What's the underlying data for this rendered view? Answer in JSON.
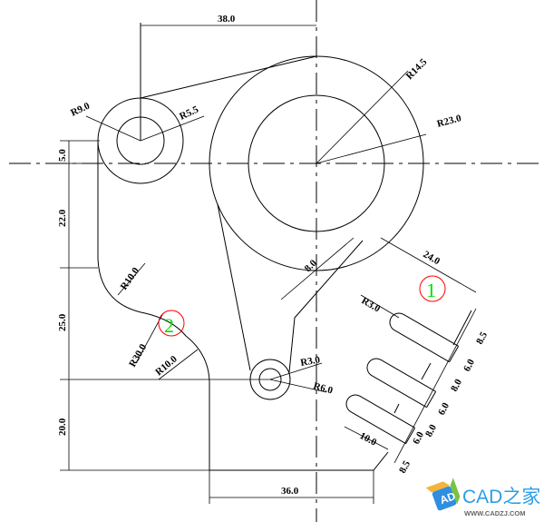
{
  "drawing": {
    "dims": {
      "top_width": "38.0",
      "r_main_inner": "R14.5",
      "r_boss_outer": "R9.0",
      "r_boss_inner": "R5.5",
      "r_main_outer": "R23.0",
      "v_5": "5.0",
      "v_22": "22.0",
      "v_25": "25.0",
      "v_20": "20.0",
      "r_left_10": "R10.0",
      "r_30": "R30.0",
      "r_bottom_10": "R10.0",
      "arm_width": "8.0",
      "slot_len": "24.0",
      "slot_radius": "R3.0",
      "slot_top_offset": "8.5",
      "slot_gaps": [
        "6.0",
        "8.0",
        "6.0",
        "8.0",
        "6.0"
      ],
      "slot_bottom_offset": "8.5",
      "bottom_slot_len": "10.0",
      "small_hole_r": "R3.0",
      "small_boss_r": "R6.0",
      "bottom_width": "36.0"
    },
    "markers": [
      "1",
      "2"
    ]
  },
  "logo": {
    "title": "CAD之家",
    "url": "WWW.CADZJ.COM",
    "cube": "AD"
  }
}
